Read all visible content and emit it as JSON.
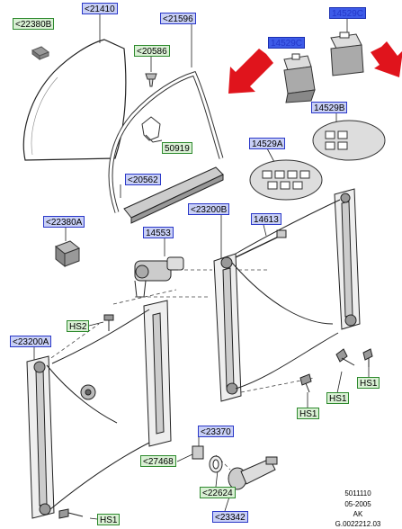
{
  "callouts": {
    "p21410": "<21410",
    "p22380b": "<22380B",
    "p21596": "<21596",
    "p20586": "<20586",
    "p50919": "50919",
    "p20562": "<20562",
    "p23200b": "<23200B",
    "p22380a": "<22380A",
    "p14553": "14553",
    "p14613": "14613",
    "p14529c_a": "14529C",
    "p14529c_b": "14529C",
    "p14529b": "14529B",
    "p14529a": "14529A",
    "phs2": "HS2",
    "p23200a": "<23200A",
    "phs1_a": "HS1",
    "phs1_b": "HS1",
    "phs1_c": "HS1",
    "phs1_d": "HS1",
    "p23370": "<23370",
    "p27468": "<27468",
    "p22624": "<22624",
    "p23342": "<23342"
  },
  "footer": {
    "line1": "5011110",
    "line2": "05-2005",
    "line3": "AK",
    "line4": "G.0022212.03"
  },
  "colors": {
    "callout_blue": "#c8cff6",
    "callout_green": "#d9f0d4",
    "callout_selected": "#3d5be8",
    "arrow_red": "#e0141c"
  }
}
